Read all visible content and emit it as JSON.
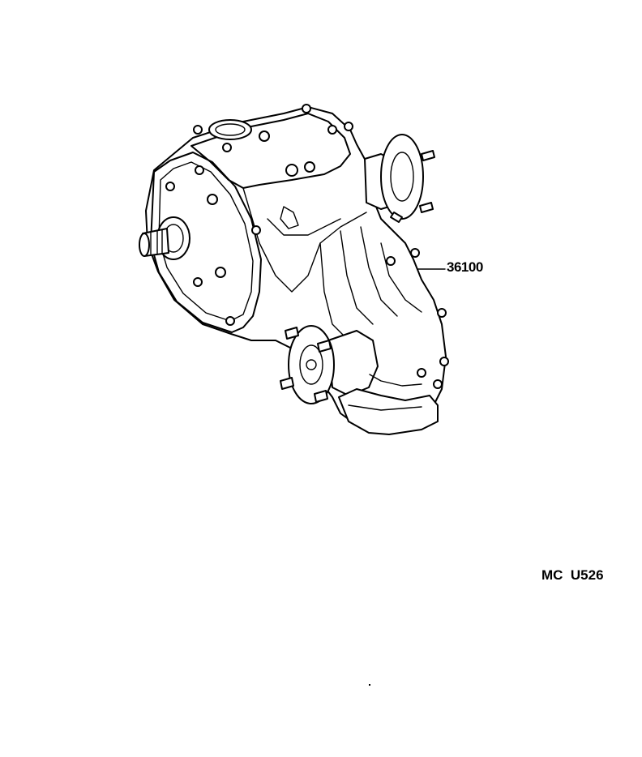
{
  "diagram": {
    "callouts": [
      {
        "id": "transfer-assembly",
        "label": "36100"
      }
    ],
    "reference_code": "MC  U526"
  }
}
